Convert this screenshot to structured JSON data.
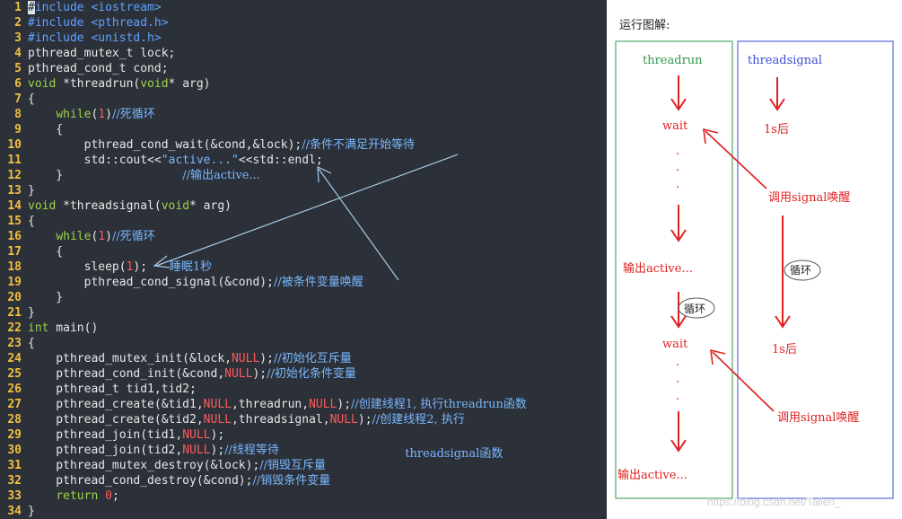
{
  "code": {
    "lines": [
      {
        "n": "1",
        "parts": [
          {
            "t": "#",
            "c": "cursor"
          },
          {
            "t": "include <iostream>",
            "c": "pp"
          }
        ]
      },
      {
        "n": "2",
        "parts": [
          {
            "t": "#include <pthread.h>",
            "c": "pp"
          }
        ]
      },
      {
        "n": "3",
        "parts": [
          {
            "t": "#include <unistd.h>",
            "c": "pp"
          }
        ]
      },
      {
        "n": "4",
        "parts": [
          {
            "t": "pthread_mutex_t lock;",
            "c": ""
          }
        ]
      },
      {
        "n": "5",
        "parts": [
          {
            "t": "pthread_cond_t cond;",
            "c": ""
          }
        ]
      },
      {
        "n": "6",
        "parts": [
          {
            "t": "void",
            "c": "kw"
          },
          {
            "t": " *threadrun(",
            "c": ""
          },
          {
            "t": "void",
            "c": "kw"
          },
          {
            "t": "* arg)",
            "c": ""
          }
        ]
      },
      {
        "n": "7",
        "parts": [
          {
            "t": "{",
            "c": ""
          }
        ]
      },
      {
        "n": "8",
        "parts": [
          {
            "t": "    ",
            "c": ""
          },
          {
            "t": "while",
            "c": "kw"
          },
          {
            "t": "(",
            "c": ""
          },
          {
            "t": "1",
            "c": "num"
          },
          {
            "t": ")",
            "c": ""
          },
          {
            "t": "//死循环",
            "c": "cmt"
          }
        ]
      },
      {
        "n": "9",
        "parts": [
          {
            "t": "    {",
            "c": ""
          }
        ]
      },
      {
        "n": "10",
        "parts": [
          {
            "t": "        pthread_cond_wait(&cond,&lock);",
            "c": ""
          },
          {
            "t": "//条件不满足开始等待",
            "c": "cmt"
          }
        ]
      },
      {
        "n": "11",
        "parts": [
          {
            "t": "        std::cout<<",
            "c": ""
          },
          {
            "t": "\"active...\"",
            "c": "str"
          },
          {
            "t": "<<std::endl;",
            "c": ""
          }
        ]
      },
      {
        "n": "12",
        "parts": [
          {
            "t": "    }",
            "c": ""
          },
          {
            "t": "                 ",
            "c": ""
          },
          {
            "t": "//输出active...",
            "c": "cmt"
          }
        ]
      },
      {
        "n": "13",
        "parts": [
          {
            "t": "}",
            "c": ""
          }
        ]
      },
      {
        "n": "14",
        "parts": [
          {
            "t": "void",
            "c": "kw"
          },
          {
            "t": " *threadsignal(",
            "c": ""
          },
          {
            "t": "void",
            "c": "kw"
          },
          {
            "t": "* arg)",
            "c": ""
          }
        ]
      },
      {
        "n": "15",
        "parts": [
          {
            "t": "{",
            "c": ""
          }
        ]
      },
      {
        "n": "16",
        "parts": [
          {
            "t": "    ",
            "c": ""
          },
          {
            "t": "while",
            "c": "kw"
          },
          {
            "t": "(",
            "c": ""
          },
          {
            "t": "1",
            "c": "num"
          },
          {
            "t": ")",
            "c": ""
          },
          {
            "t": "//死循环",
            "c": "cmt"
          }
        ]
      },
      {
        "n": "17",
        "parts": [
          {
            "t": "    {",
            "c": ""
          }
        ]
      },
      {
        "n": "18",
        "parts": [
          {
            "t": "        sleep(",
            "c": ""
          },
          {
            "t": "1",
            "c": "num"
          },
          {
            "t": ");",
            "c": ""
          },
          {
            "t": "      睡眠1秒",
            "c": "cmt"
          }
        ]
      },
      {
        "n": "19",
        "parts": [
          {
            "t": "        pthread_cond_signal(&cond);",
            "c": ""
          },
          {
            "t": "//被条件变量唤醒",
            "c": "cmt"
          }
        ]
      },
      {
        "n": "20",
        "parts": [
          {
            "t": "    }",
            "c": ""
          }
        ]
      },
      {
        "n": "21",
        "parts": [
          {
            "t": "}",
            "c": ""
          }
        ]
      },
      {
        "n": "22",
        "parts": [
          {
            "t": "int",
            "c": "kw"
          },
          {
            "t": " main()",
            "c": ""
          }
        ]
      },
      {
        "n": "23",
        "parts": [
          {
            "t": "{",
            "c": ""
          }
        ]
      },
      {
        "n": "24",
        "parts": [
          {
            "t": "    pthread_mutex_init(&lock,",
            "c": ""
          },
          {
            "t": "NULL",
            "c": "num"
          },
          {
            "t": ");",
            "c": ""
          },
          {
            "t": "//初始化互斥量",
            "c": "cmt"
          }
        ]
      },
      {
        "n": "25",
        "parts": [
          {
            "t": "    pthread_cond_init(&cond,",
            "c": ""
          },
          {
            "t": "NULL",
            "c": "num"
          },
          {
            "t": ");",
            "c": ""
          },
          {
            "t": "//初始化条件变量",
            "c": "cmt"
          }
        ]
      },
      {
        "n": "26",
        "parts": [
          {
            "t": "    pthread_t tid1,tid2;",
            "c": ""
          }
        ]
      },
      {
        "n": "27",
        "parts": [
          {
            "t": "    pthread_create(&tid1,",
            "c": ""
          },
          {
            "t": "NULL",
            "c": "num"
          },
          {
            "t": ",threadrun,",
            "c": ""
          },
          {
            "t": "NULL",
            "c": "num"
          },
          {
            "t": ");",
            "c": ""
          },
          {
            "t": "//创建线程1, 执行threadrun函数",
            "c": "cmt"
          }
        ]
      },
      {
        "n": "28",
        "parts": [
          {
            "t": "    pthread_create(&tid2,",
            "c": ""
          },
          {
            "t": "NULL",
            "c": "num"
          },
          {
            "t": ",threadsignal,",
            "c": ""
          },
          {
            "t": "NULL",
            "c": "num"
          },
          {
            "t": ");",
            "c": ""
          },
          {
            "t": "//创建线程2, 执行",
            "c": "cmt"
          }
        ]
      },
      {
        "n": "29",
        "parts": [
          {
            "t": "    pthread_join(tid1,",
            "c": ""
          },
          {
            "t": "NULL",
            "c": "num"
          },
          {
            "t": ");",
            "c": ""
          }
        ]
      },
      {
        "n": "30",
        "parts": [
          {
            "t": "    pthread_join(tid2,",
            "c": ""
          },
          {
            "t": "NULL",
            "c": "num"
          },
          {
            "t": ");",
            "c": ""
          },
          {
            "t": "//线程等待",
            "c": "cmt"
          }
        ]
      },
      {
        "n": "31",
        "parts": [
          {
            "t": "    pthread_mutex_destroy(&lock);",
            "c": ""
          },
          {
            "t": "//销毁互斥量",
            "c": "cmt"
          }
        ]
      },
      {
        "n": "32",
        "parts": [
          {
            "t": "    pthread_cond_destroy(&cond);",
            "c": ""
          },
          {
            "t": "//销毁条件变量",
            "c": "cmt"
          }
        ]
      },
      {
        "n": "33",
        "parts": [
          {
            "t": "    ",
            "c": ""
          },
          {
            "t": "return",
            "c": "kw"
          },
          {
            "t": " ",
            "c": ""
          },
          {
            "t": "0",
            "c": "num"
          },
          {
            "t": ";",
            "c": ""
          }
        ]
      },
      {
        "n": "34",
        "parts": [
          {
            "t": "}",
            "c": ""
          }
        ]
      }
    ],
    "floating_comment": "threadsignal函数"
  },
  "diagram": {
    "title": "运行图解:",
    "left_column": {
      "header": "threadrun",
      "wait_1": "wait",
      "output_1": "输出active...",
      "loop_label": "循环",
      "wait_2": "wait",
      "output_2": "输出active..."
    },
    "right_column": {
      "header": "threadsignal",
      "after_1": "1s后",
      "loop_label": "循环",
      "after_2": "1s后"
    },
    "signal_label_1": "调用signal唤醒",
    "signal_label_2": "调用signal唤醒",
    "dots": "."
  },
  "colors": {
    "code_bg": "#2c3038",
    "left_box": "#2e9a4a",
    "right_box": "#3a4fd0",
    "header_left": "#2e9a4a",
    "header_right": "#3a4fd0",
    "annotation": "#e02020"
  },
  "watermark": "https://blog.csdn.net/Tallen_"
}
